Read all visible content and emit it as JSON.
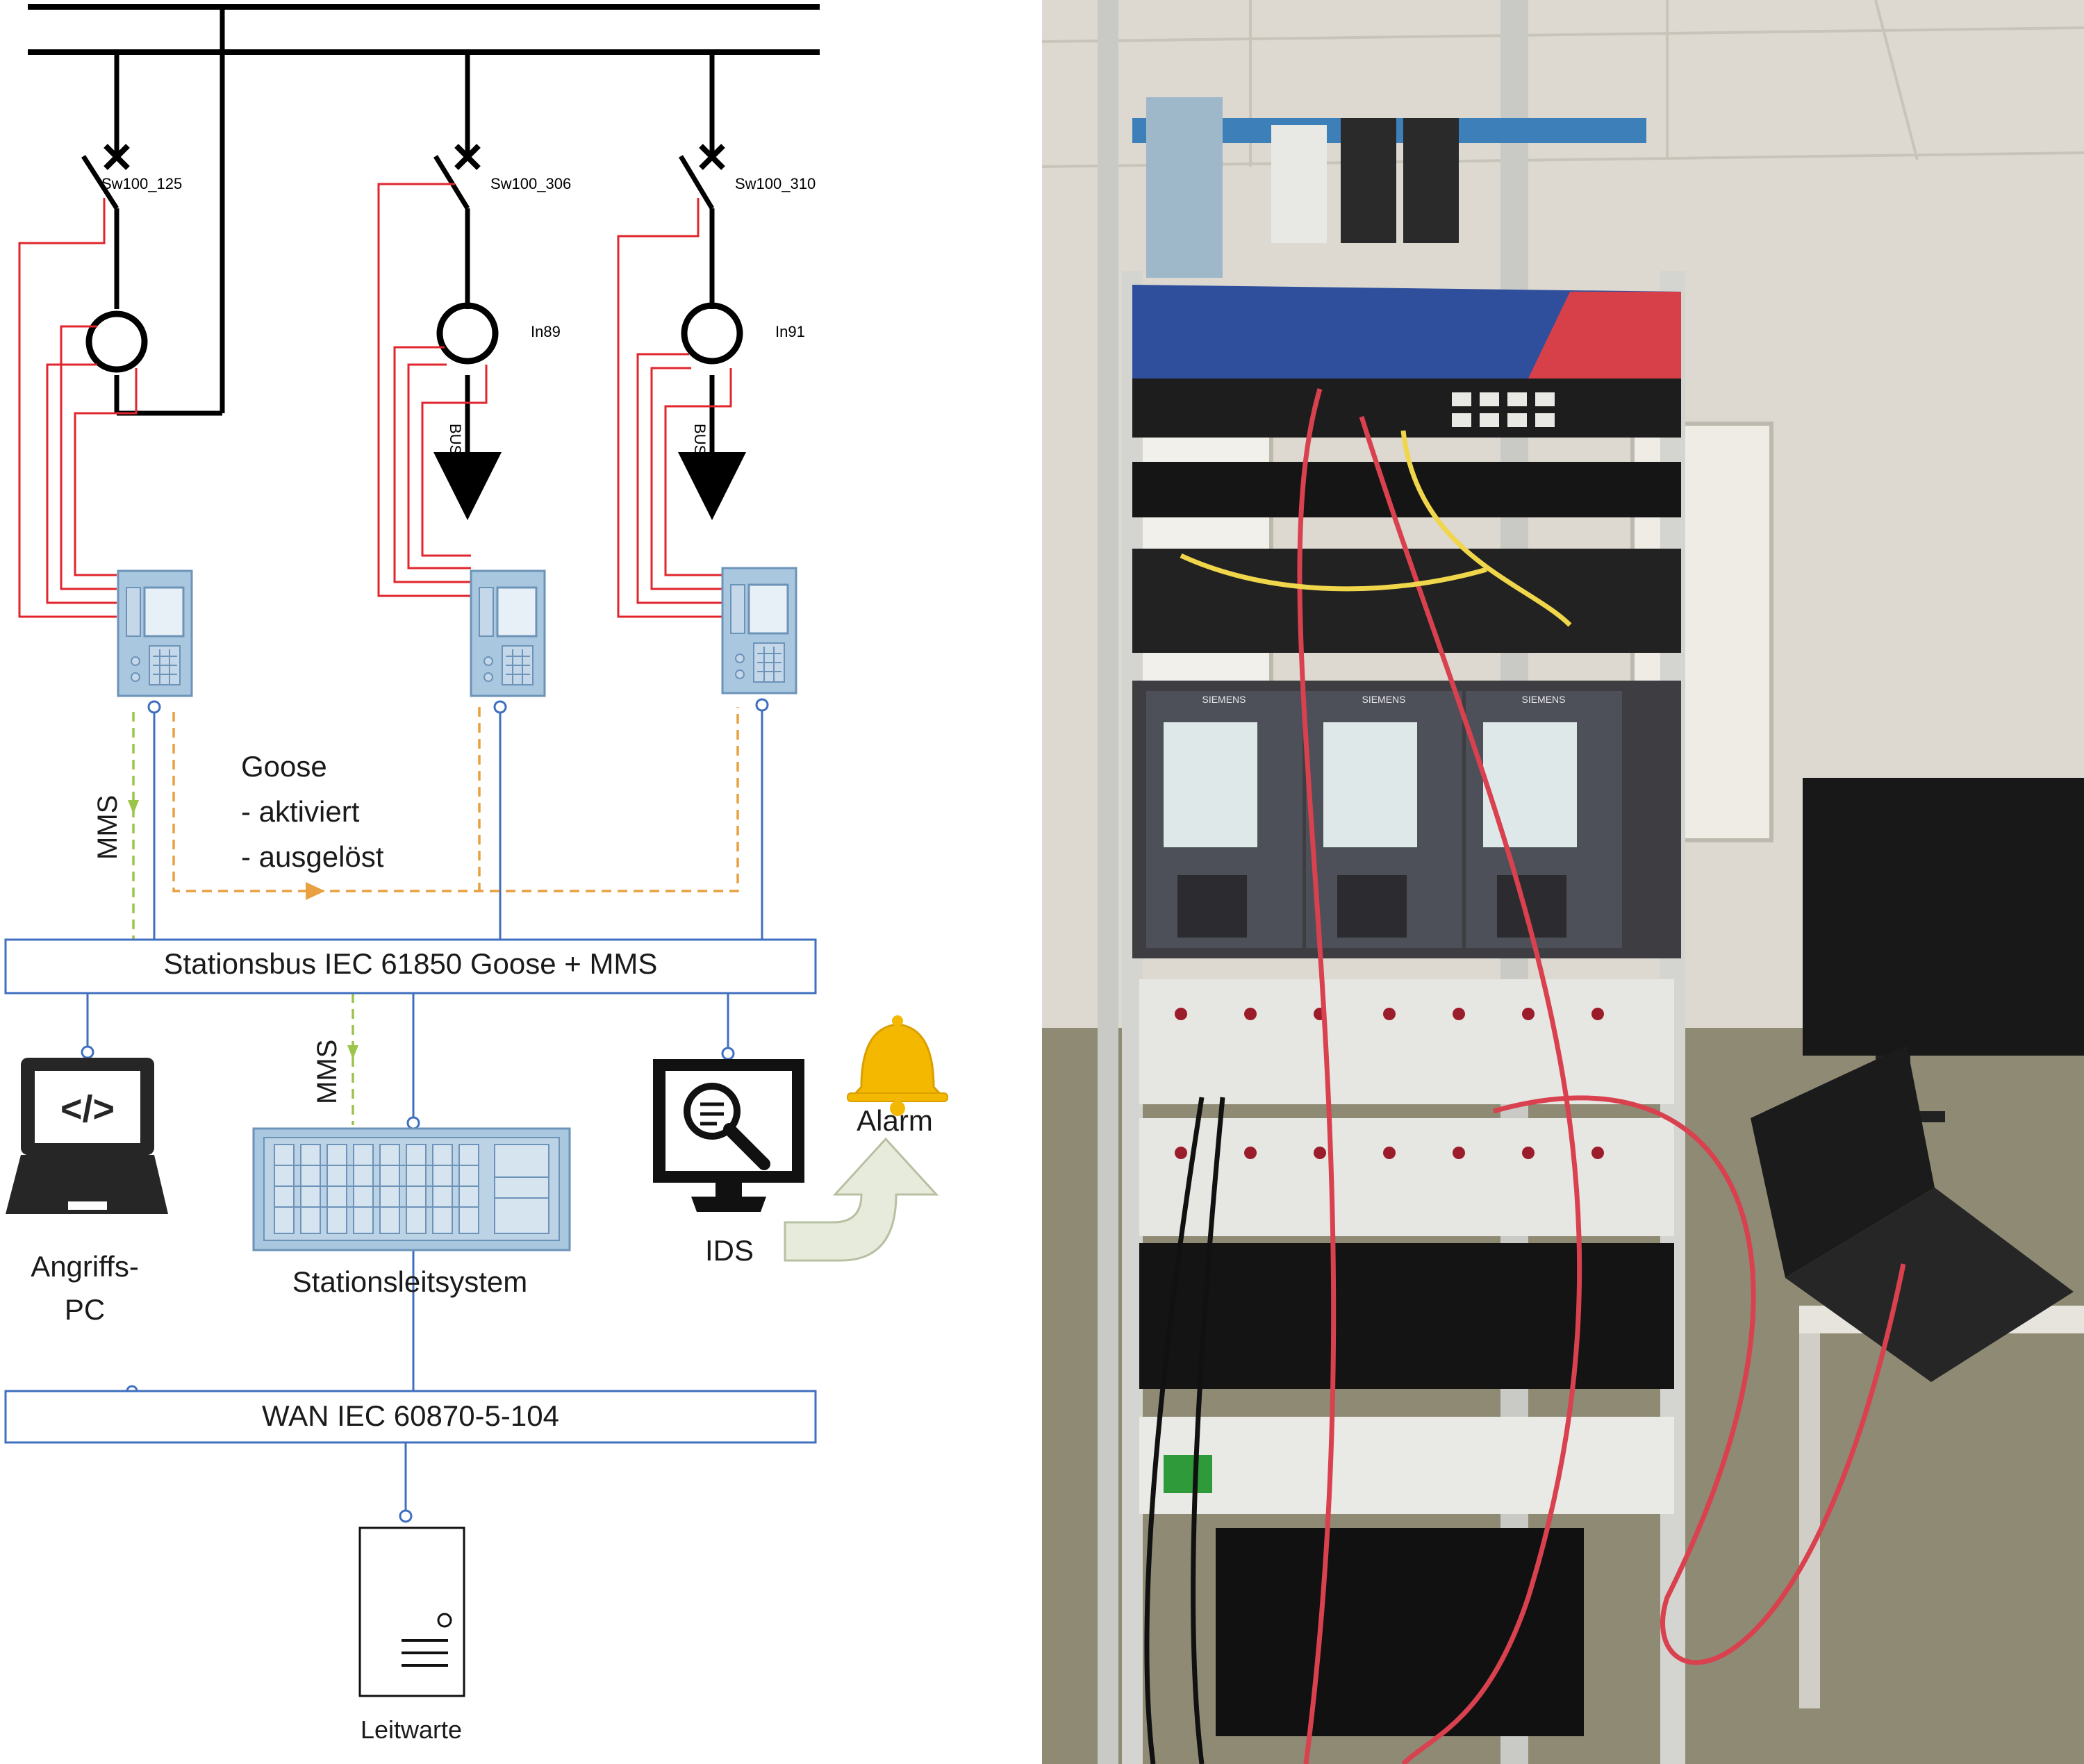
{
  "diagram": {
    "switches": {
      "sw1": "Sw100_125",
      "sw2": "Sw100_306",
      "sw3": "Sw100_310"
    },
    "transformers": {
      "ct2": "In89",
      "ct3": "In91"
    },
    "buses": {
      "bus306": "BUS 306",
      "bus310": "BUS 310"
    },
    "goose": {
      "title": "Goose",
      "line1": "- aktiviert",
      "line2": "- ausgelöst"
    },
    "mms_label_upper": "MMS",
    "mms_label_lower": "MMS",
    "stationsbus": "Stationsbus IEC 61850 Goose + MMS",
    "wan": "WAN IEC 60870-5-104",
    "attack_pc": {
      "line1": "Angriffs-",
      "line2": "PC",
      "screen_glyph": "</>"
    },
    "scada": "Stationsleitsystem",
    "ids": "IDS",
    "alarm": "Alarm",
    "control_center": "Leitwarte"
  },
  "photo": {
    "relay_brand": "SIEMENS",
    "colors": {
      "wall": "#ddd9d0",
      "floor": "#8e8a74",
      "rack_frame": "#d4d4d0",
      "blue_switch": "#2f4f9c",
      "red_cable": "#d9414f",
      "yellow_cable": "#f0d64a"
    }
  },
  "colors": {
    "black_line": "#000000",
    "red_wire": "#e0262c",
    "blue_bus": "#3f6fbf",
    "goose_dash": "#e8a040",
    "mms_dash": "#9bc44a",
    "device_fill": "#a9c7df",
    "device_stroke": "#6d93b8"
  }
}
